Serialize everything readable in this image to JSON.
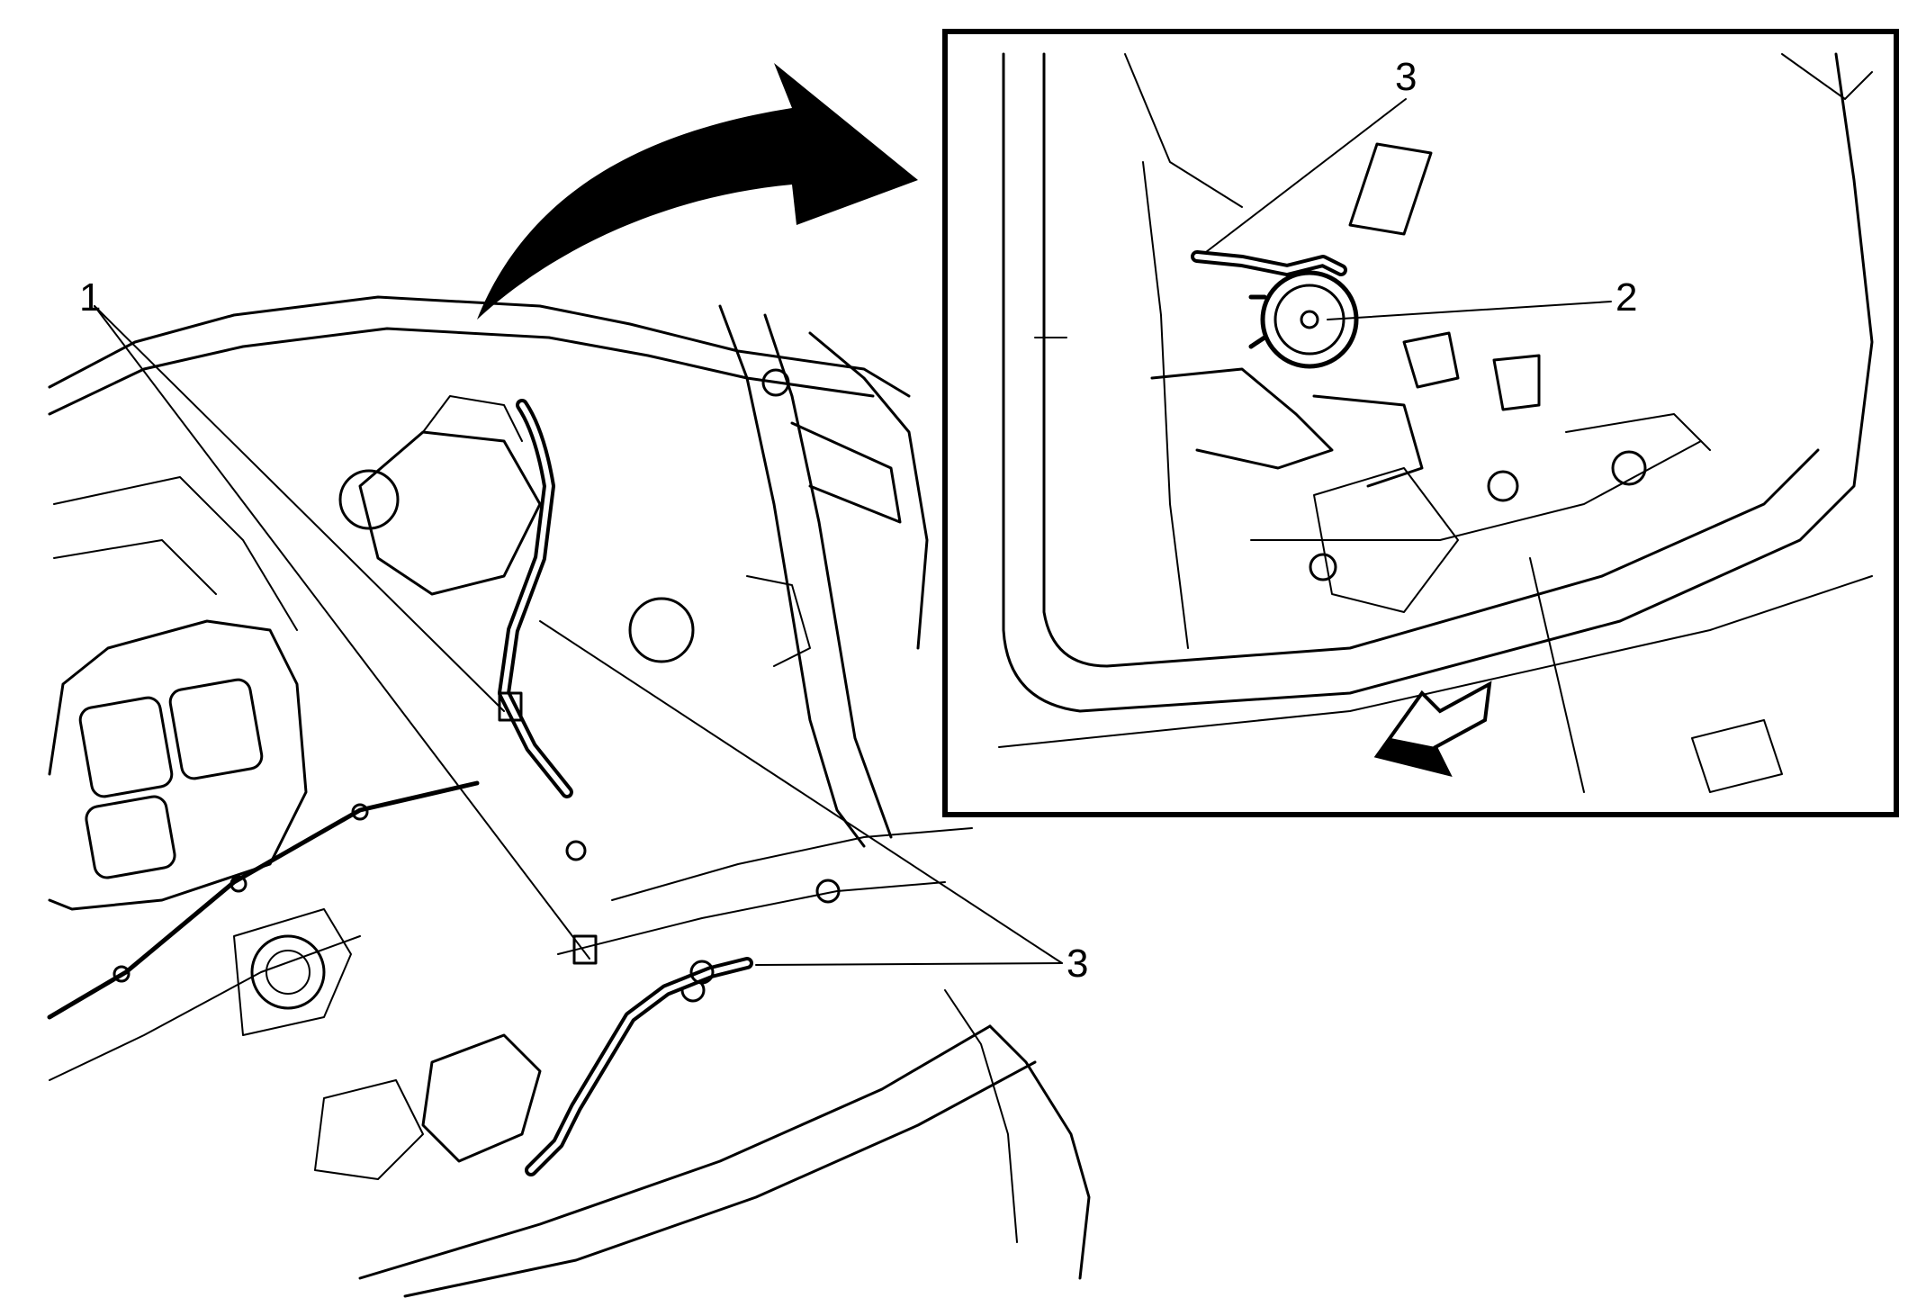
{
  "callouts": {
    "one": "1",
    "two": "2",
    "three_main": "3",
    "three_inset": "3"
  },
  "colors": {
    "line": "#000000",
    "background": "#ffffff"
  }
}
